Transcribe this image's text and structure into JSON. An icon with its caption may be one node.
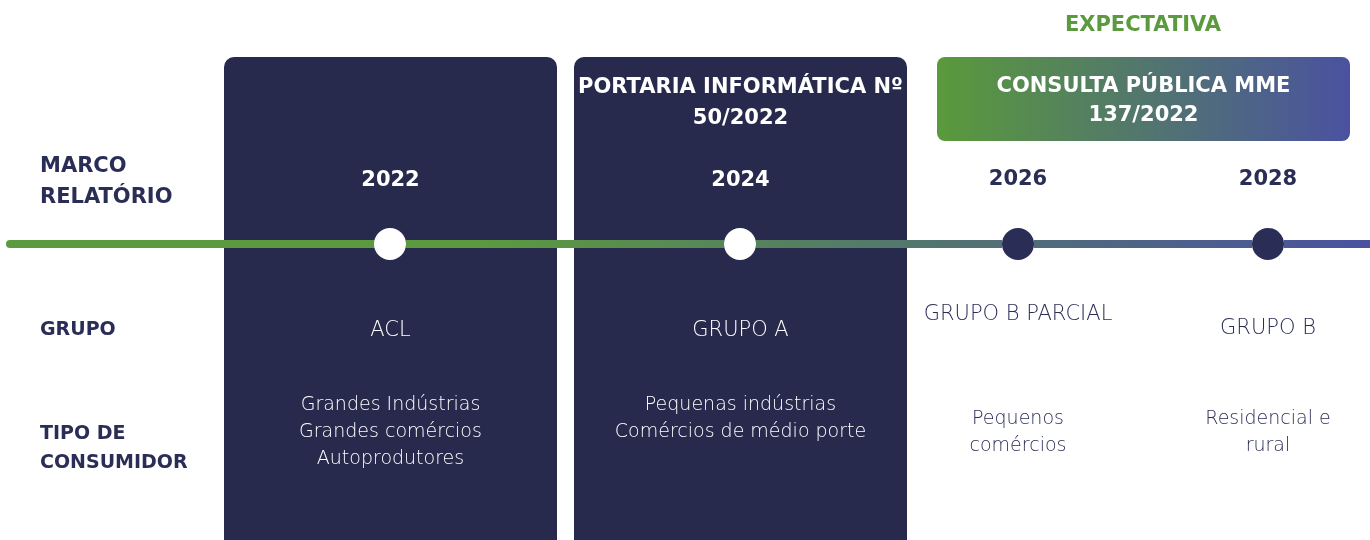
{
  "diagram": {
    "nodes": [
      {
        "text": [
          "2022",
          "ACL",
          "Grandes Indústrias Grandes comércios Autoprodutores"
        ]
      },
      {
        "text": [
          "PORTARIA INFORMÁTICA Nº 50/2022",
          "2024",
          "GRUPO A",
          "Pequenas indústrias Comércios de médio porte"
        ]
      },
      {
        "text": [
          "CONSULTA PÚBLICA MME 137/2022"
        ],
        "beside": [
          "EXPECTATIVA"
        ]
      },
      {
        "text": [],
        "shape": "circle",
        "in": 0
      },
      {
        "text": [],
        "shape": "circle",
        "in": 1
      },
      {
        "text": [],
        "shape": "circle"
      },
      {
        "text": [],
        "shape": "circle"
      }
    ],
    "edges": [
      {
        "from": null,
        "to": 3,
        "arrow": "none"
      },
      {
        "from": 3,
        "to": 4,
        "arrow": "none"
      },
      {
        "from": 4,
        "to": 5,
        "arrow": "none"
      },
      {
        "from": 5,
        "to": 6,
        "arrow": "none"
      },
      {
        "from": 6,
        "to": null,
        "arrow": "none"
      }
    ],
    "labels": [
      "MARCO RELATÓRIO",
      "2026",
      "2028",
      "GRUPO",
      "GRUPO B PARCIAL",
      "GRUPO B",
      "TIPO DE CONSUMIDOR",
      "Pequenos comércios",
      "Residencial e rural"
    ]
  }
}
